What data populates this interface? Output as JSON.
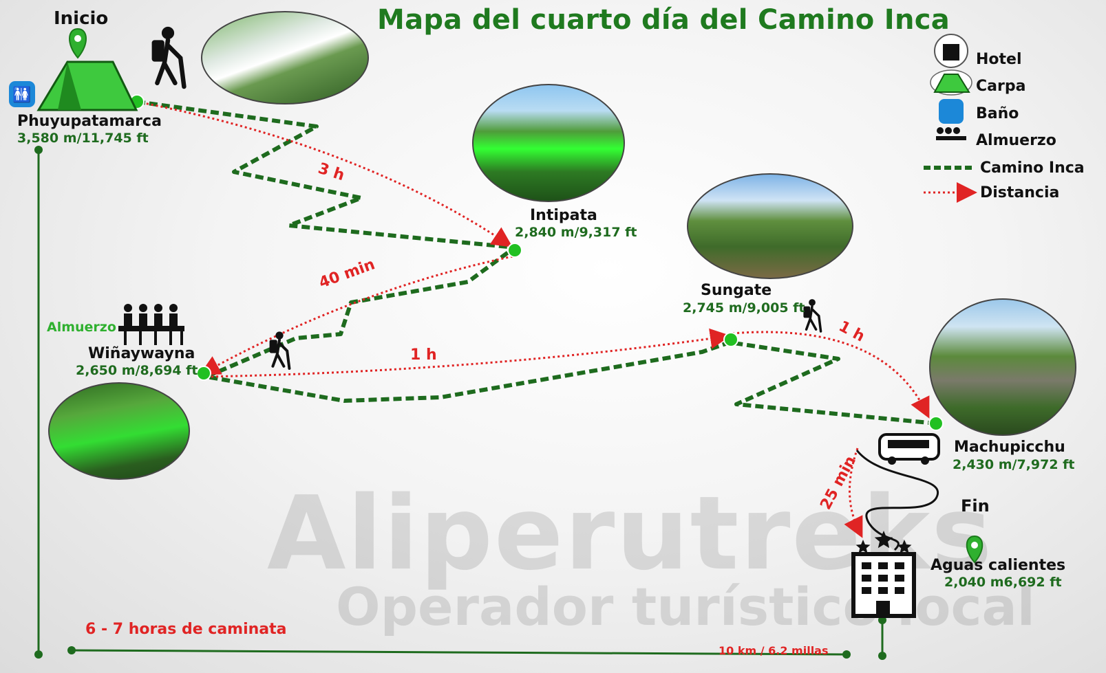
{
  "title": "Mapa del cuarto día del Camino Inca",
  "watermark": {
    "brand": "Aliperutreks",
    "tagline": "Operador turístico local"
  },
  "start": {
    "label": "Inicio"
  },
  "end": {
    "label": "Fin"
  },
  "places": {
    "phuyupatamarca": {
      "name": "Phuyupatamarca",
      "altitude": "3,580 m/11,745 ft"
    },
    "intipata": {
      "name": "Intipata",
      "altitude": "2,840 m/9,317 ft"
    },
    "winaywayna": {
      "name": "Wiñaywayna",
      "altitude": "2,650 m/8,694 ft",
      "tag": "Almuerzo"
    },
    "sungate": {
      "name": "Sungate",
      "altitude": "2,745 m/9,005 ft"
    },
    "machupicchu": {
      "name": "Machupicchu",
      "altitude": "2,430 m/7,972 ft"
    },
    "aguas_calientes": {
      "name": "Aguas calientes",
      "altitude": "2,040 m6,692 ft"
    }
  },
  "durations": {
    "seg1": "3 h",
    "seg2": "40 min",
    "seg3": "1 h",
    "seg4": "1 h",
    "seg5": "25 min"
  },
  "summary": {
    "time": "6 - 7 horas de caminata",
    "distance": "10 km / 6.2 millas"
  },
  "legend": [
    {
      "icon": "hotel-icon",
      "label": "Hotel"
    },
    {
      "icon": "tent-icon",
      "label": "Carpa"
    },
    {
      "icon": "restroom-icon",
      "label": "Baño"
    },
    {
      "icon": "lunch-icon",
      "label": "Almuerzo"
    },
    {
      "icon": "green-dashed-line",
      "label": "Camino Inca"
    },
    {
      "icon": "red-dotted-arrow",
      "label": "Distancia"
    }
  ],
  "colors": {
    "trail": "#1e6b1e",
    "distance": "#e02424",
    "title": "#1f7a1f",
    "node": "#22c022"
  }
}
